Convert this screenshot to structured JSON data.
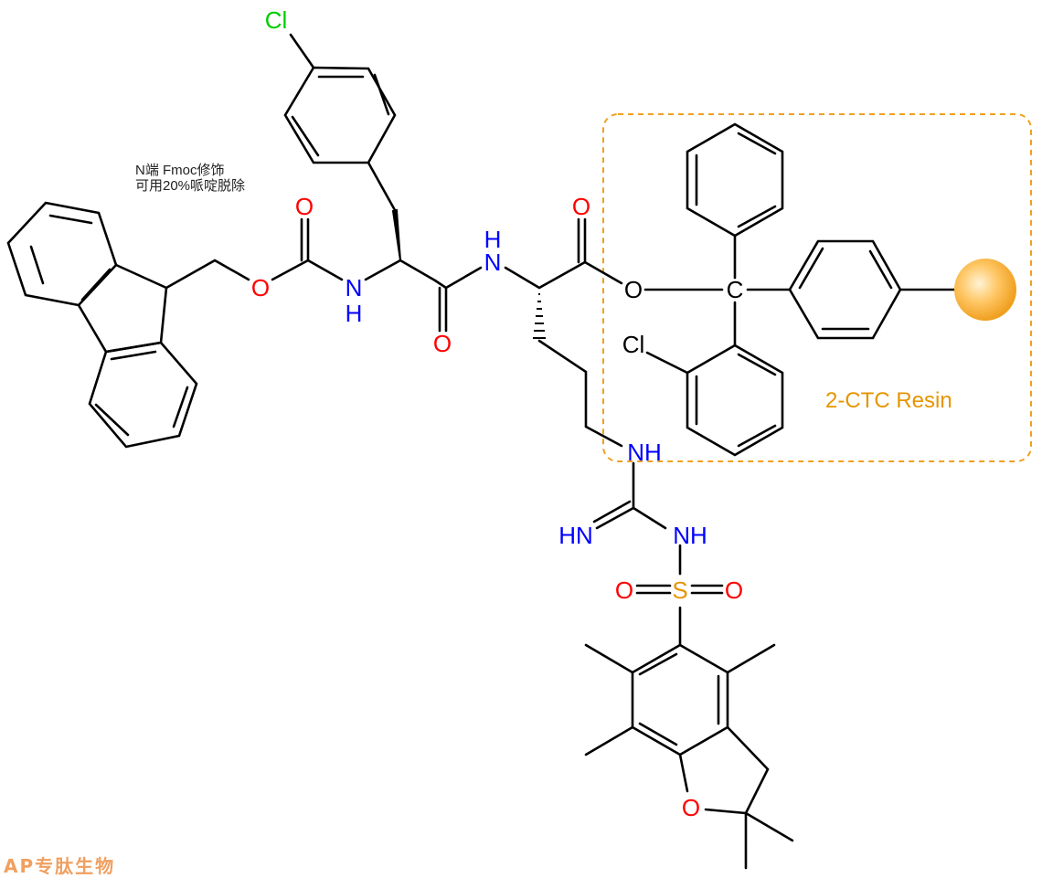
{
  "annotation": {
    "line1": "N端 Fmoc修饰",
    "line2": "可用20%哌啶脱除"
  },
  "resin_label": "2-CTC Resin",
  "logo_text": "AP专肽生物",
  "atoms": {
    "O": "O",
    "N": "N",
    "H": "H",
    "NH": "NH",
    "HN": "HN",
    "Cl": "Cl",
    "S": "S",
    "C": "C"
  },
  "colors": {
    "oxygen": "#ff0000",
    "nitrogen": "#0000ff",
    "chlorine": "#00cc00",
    "sulfur": "#e69500",
    "resin": "#e69500"
  }
}
